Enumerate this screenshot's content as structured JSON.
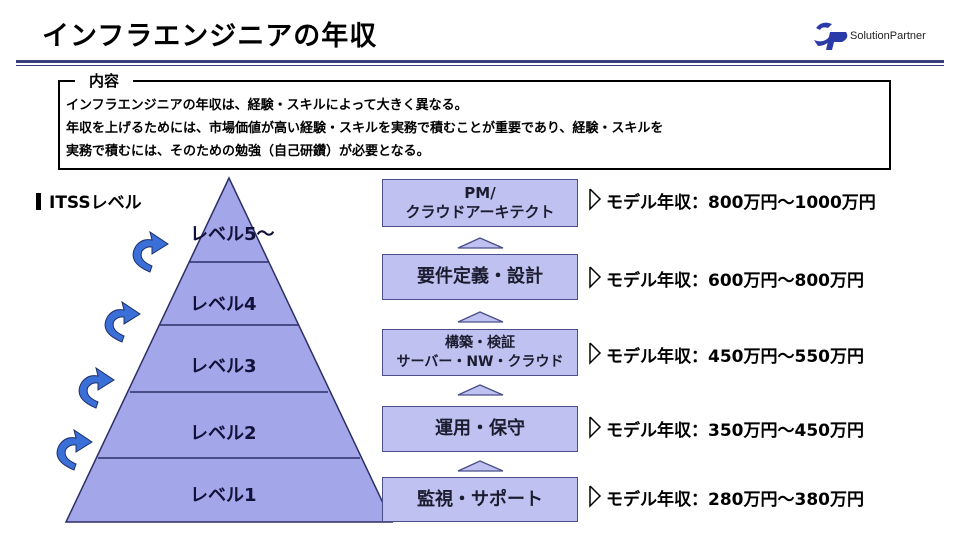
{
  "header": {
    "title": "インフラエンジニアの年収",
    "logo_text": "SolutionPartner"
  },
  "content": {
    "label": "内容",
    "lines": [
      "インフラエンジニアの年収は、経験・スキルによって大きく異なる。",
      "年収を上げるためには、市場価値が高い経験・スキルを実務で積むことが重要であり、経験・スキルを",
      "実務で積むには、そのための勉強（自己研鑽）が必要となる。"
    ]
  },
  "itss": {
    "label": "ITSSレベル"
  },
  "pyramid": {
    "levels": [
      "レベル5～",
      "レベル4",
      "レベル3",
      "レベル2",
      "レベル1"
    ]
  },
  "roles": [
    {
      "lines": [
        "PM/",
        "クラウドアーキテクト"
      ],
      "salary": "モデル年収：800万円～1000万円"
    },
    {
      "lines": [
        "要件定義・設計"
      ],
      "salary": "モデル年収：600万円～800万円"
    },
    {
      "lines": [
        "構築・検証",
        "サーバー・NW・クラウド"
      ],
      "salary": "モデル年収：450万円～550万円"
    },
    {
      "lines": [
        "運用・保守"
      ],
      "salary": "モデル年収：350万円～450万円"
    },
    {
      "lines": [
        "監視・サポート"
      ],
      "salary": "モデル年収：280万円～380万円"
    }
  ],
  "colors": {
    "pyramid_fill": "#a4a6ea",
    "box_fill": "#bfc2f0",
    "accent": "#3a3f7d",
    "arrow": "#4a7bd4"
  }
}
